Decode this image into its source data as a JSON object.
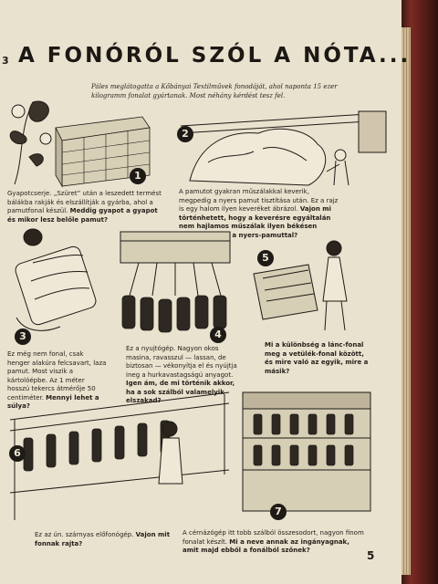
{
  "title": "A FONÓRÓL SZÓL A NÓTA...",
  "left_page_number": "3",
  "intro": "Páles meglátogatta a Kőbányai Textilművek fonodáját, ahol naponta 15 ezer kilogramm fonalat gyártanak. Most néhány kérdést tesz fel.",
  "panels": [
    {
      "number": "1",
      "caption_plain": "Gyapotcserje. „Szüret” után a leszedett termést bálákba rakják és elszállítják a gyárba, ahol a pamutfonal készül.",
      "caption_bold": "Meddig gyapot a gyapot és mikor lesz belőle pamut?"
    },
    {
      "number": "2",
      "caption_plain": "A pamutot gyakran műszálakkal keverik, megpedig a nyers pamut tisztítása után. Ez a rajz is egy halom ilyen keveréket ábrázol.",
      "caption_bold": "Vajon mi történhetett, hogy a keverésre egyáltalán nem hajlamos műszálak ilyen békésen összesimultak a nyers-pamuttal?"
    },
    {
      "number": "3",
      "caption_plain": "Ez még nem fonal, csak henger alakúra felcsavart, laza pamut. Most viszik a kártolóépbe. Az 1 méter hosszú tekercs átmérője 50 centiméter.",
      "caption_bold": "Mennyi lehet a súlya?"
    },
    {
      "number": "4",
      "caption_plain": "Ez a nyujtógép. Nagyon okos masina, ravasszul — lassan, de biztosan — vékonyítja el és nyújtja ineg a hurkavastagságú anyagot.",
      "caption_bold": "Igen ám, de mi történik akkor, ha a sok szálból valamelyik elszakad?"
    },
    {
      "number": "5",
      "caption_plain": "",
      "caption_bold": "Mi a különbség a lánc-fonal meg a vetülék-fonal között, és mire való az egyik, mire a másik?"
    },
    {
      "number": "6",
      "caption_plain": "Ez az ún. szárnyas előfonógép.",
      "caption_bold": "Vajon mit fonnak rajta?"
    },
    {
      "number": "7",
      "caption_plain": "A cérnázógép itt tobb szálból összesodort, nagyon finom fonalat készít.",
      "caption_bold": "Mi a neve annak az ingányagnak, amit majd ebből a fonálból szőnek?"
    }
  ],
  "page_number": "5"
}
